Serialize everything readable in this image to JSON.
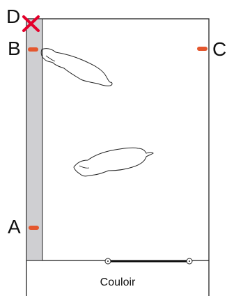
{
  "points": {
    "A": "A",
    "B": "B",
    "C": "C",
    "D": "D"
  },
  "corridor": {
    "label": "Couloir"
  },
  "colors": {
    "marker": "#e4572e",
    "cross": "#e4002b",
    "strip": "#cfcfd2",
    "line": "#222222"
  },
  "icons": [
    "fish-shape",
    "fish-shape",
    "cross-icon",
    "hinge-icon"
  ]
}
